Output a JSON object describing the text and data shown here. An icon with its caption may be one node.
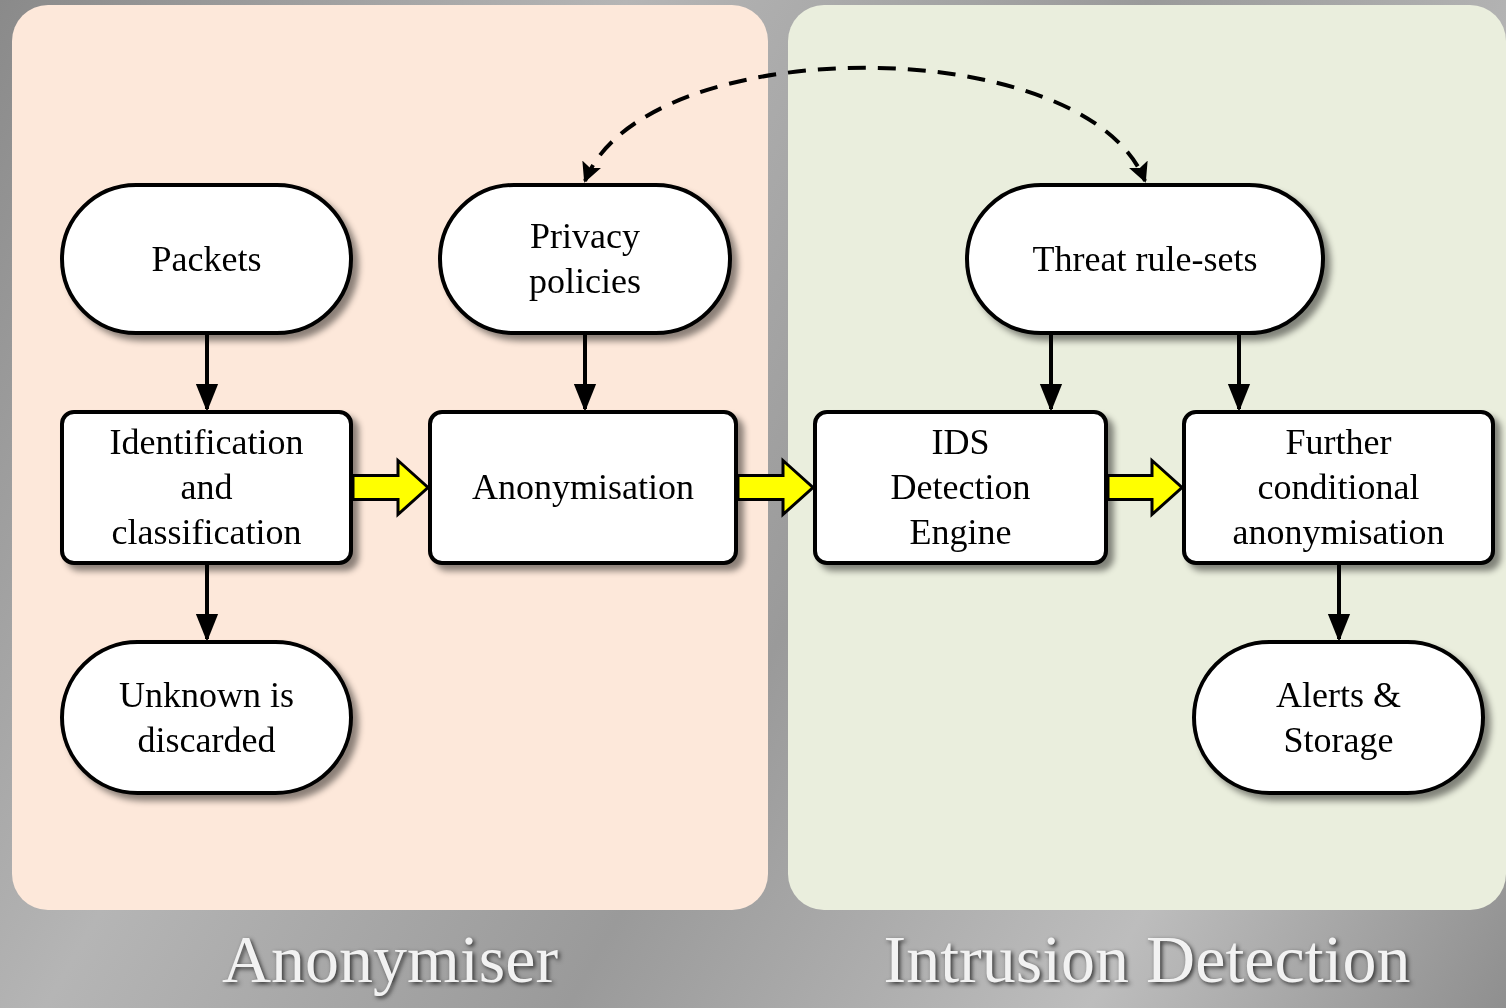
{
  "diagram": {
    "nodes": [
      {
        "text": [
          "Anonymiser"
        ]
      },
      {
        "text": [
          "Intrusion Detection"
        ]
      },
      {
        "text": [
          "Packets"
        ],
        "in": 0
      },
      {
        "text": [
          "Privacy policies"
        ],
        "in": 0
      },
      {
        "text": [
          "Threat rule-sets"
        ],
        "in": 1
      },
      {
        "text": [
          "Identification and classification"
        ],
        "in": 0
      },
      {
        "text": [
          "Anonymisation"
        ],
        "in": 0
      },
      {
        "text": [
          "IDS Detection Engine"
        ],
        "in": 1
      },
      {
        "text": [
          "Further conditional anonymisation"
        ],
        "in": 1
      },
      {
        "text": [
          "Unknown is discarded"
        ],
        "in": 0
      },
      {
        "text": [
          "Alerts & Storage"
        ],
        "in": 1
      }
    ],
    "edges": [
      {
        "from": 2,
        "to": 5,
        "arrow": "to"
      },
      {
        "from": 3,
        "to": 6,
        "arrow": "to"
      },
      {
        "from": 4,
        "to": 7,
        "arrow": "to"
      },
      {
        "from": 4,
        "to": 8,
        "arrow": "to"
      },
      {
        "from": 5,
        "to": 9,
        "arrow": "to"
      },
      {
        "from": 8,
        "to": 10,
        "arrow": "to"
      },
      {
        "from": 5,
        "to": 6,
        "arrow": "to",
        "style": "thick",
        "color": "#ffff00"
      },
      {
        "from": 6,
        "to": 7,
        "arrow": "to",
        "style": "thick",
        "color": "#ffff00"
      },
      {
        "from": 7,
        "to": 8,
        "arrow": "to",
        "style": "thick",
        "color": "#ffff00"
      },
      {
        "from": 3,
        "to": 4,
        "arrow": "both",
        "style": "dashed"
      }
    ]
  }
}
